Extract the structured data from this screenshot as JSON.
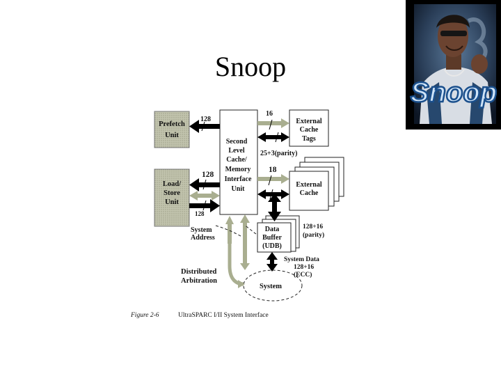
{
  "slide": {
    "title": "Snoop"
  },
  "portrait": {
    "logo_text": "Snoop"
  },
  "diagram": {
    "units": {
      "prefetch": [
        "Prefetch",
        "Unit"
      ],
      "load_store": [
        "Load/",
        "Store",
        "Unit"
      ],
      "second_level_cache": [
        "Second",
        "Level",
        "Cache/",
        "Memory",
        "Interface",
        "Unit"
      ],
      "external_cache_tags": [
        "External",
        "Cache",
        "Tags"
      ],
      "external_cache": [
        "External",
        "Cache"
      ],
      "data_buffer": [
        "Data",
        "Buffer",
        "(UDB)"
      ],
      "system": "System"
    },
    "bus_labels": {
      "prefetch_width": "128",
      "load_width": "128",
      "store_width": "128",
      "tags_width": "16",
      "tags_parity": "25+3(parity)",
      "cache_width": "18",
      "cache_data": [
        "128+16",
        "(parity)"
      ],
      "system_data": [
        "System Data",
        "128+16",
        "(ECC)"
      ],
      "system_address": [
        "System",
        "Address"
      ],
      "distributed_arbitration": [
        "Distributed",
        "Arbitration"
      ]
    },
    "caption": {
      "figure": "Figure 2-6",
      "text": "UltraSPARC I/II System Interface"
    }
  }
}
